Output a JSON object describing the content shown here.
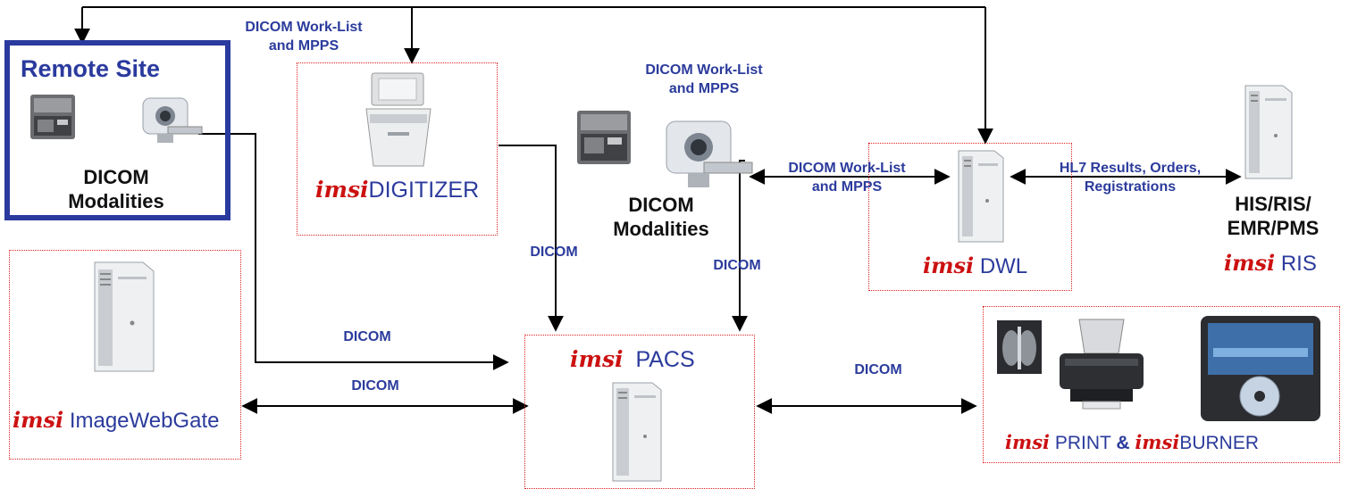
{
  "remote_site": {
    "title": "Remote Site",
    "modalities": [
      "DICOM",
      "Modalities"
    ]
  },
  "center_modalities": [
    "DICOM",
    "Modalities"
  ],
  "his": [
    "HIS/RIS/",
    "EMR/PMS"
  ],
  "brand_prefix": "imsi",
  "nodes": {
    "digitizer": "DIGITIZER",
    "dwl": "DWL",
    "ris": "RIS",
    "pacs": "PACS",
    "imagewebgate": "ImageWebGate",
    "print": "PRINT",
    "amp": "&",
    "burner": "BURNER"
  },
  "links": {
    "top_worklist": [
      "DICOM Work-List",
      "and MPPS"
    ],
    "mid_worklist": [
      "DICOM Work-List",
      "and MPPS"
    ],
    "modality_dwl": [
      "DICOM Work-List",
      "and MPPS"
    ],
    "hl7": [
      "HL7 Results, Orders,",
      "Registrations"
    ],
    "digitizer_pacs": "DICOM",
    "modality_pacs": "DICOM",
    "remote_pacs": "DICOM",
    "webgate_pacs": "DICOM",
    "pacs_print": "DICOM"
  },
  "colors": {
    "label_blue": "#2b3b9c",
    "brand_red": "#cc1111",
    "box_dotted": "#dd2222",
    "remote_border": "#2a3a9e"
  }
}
